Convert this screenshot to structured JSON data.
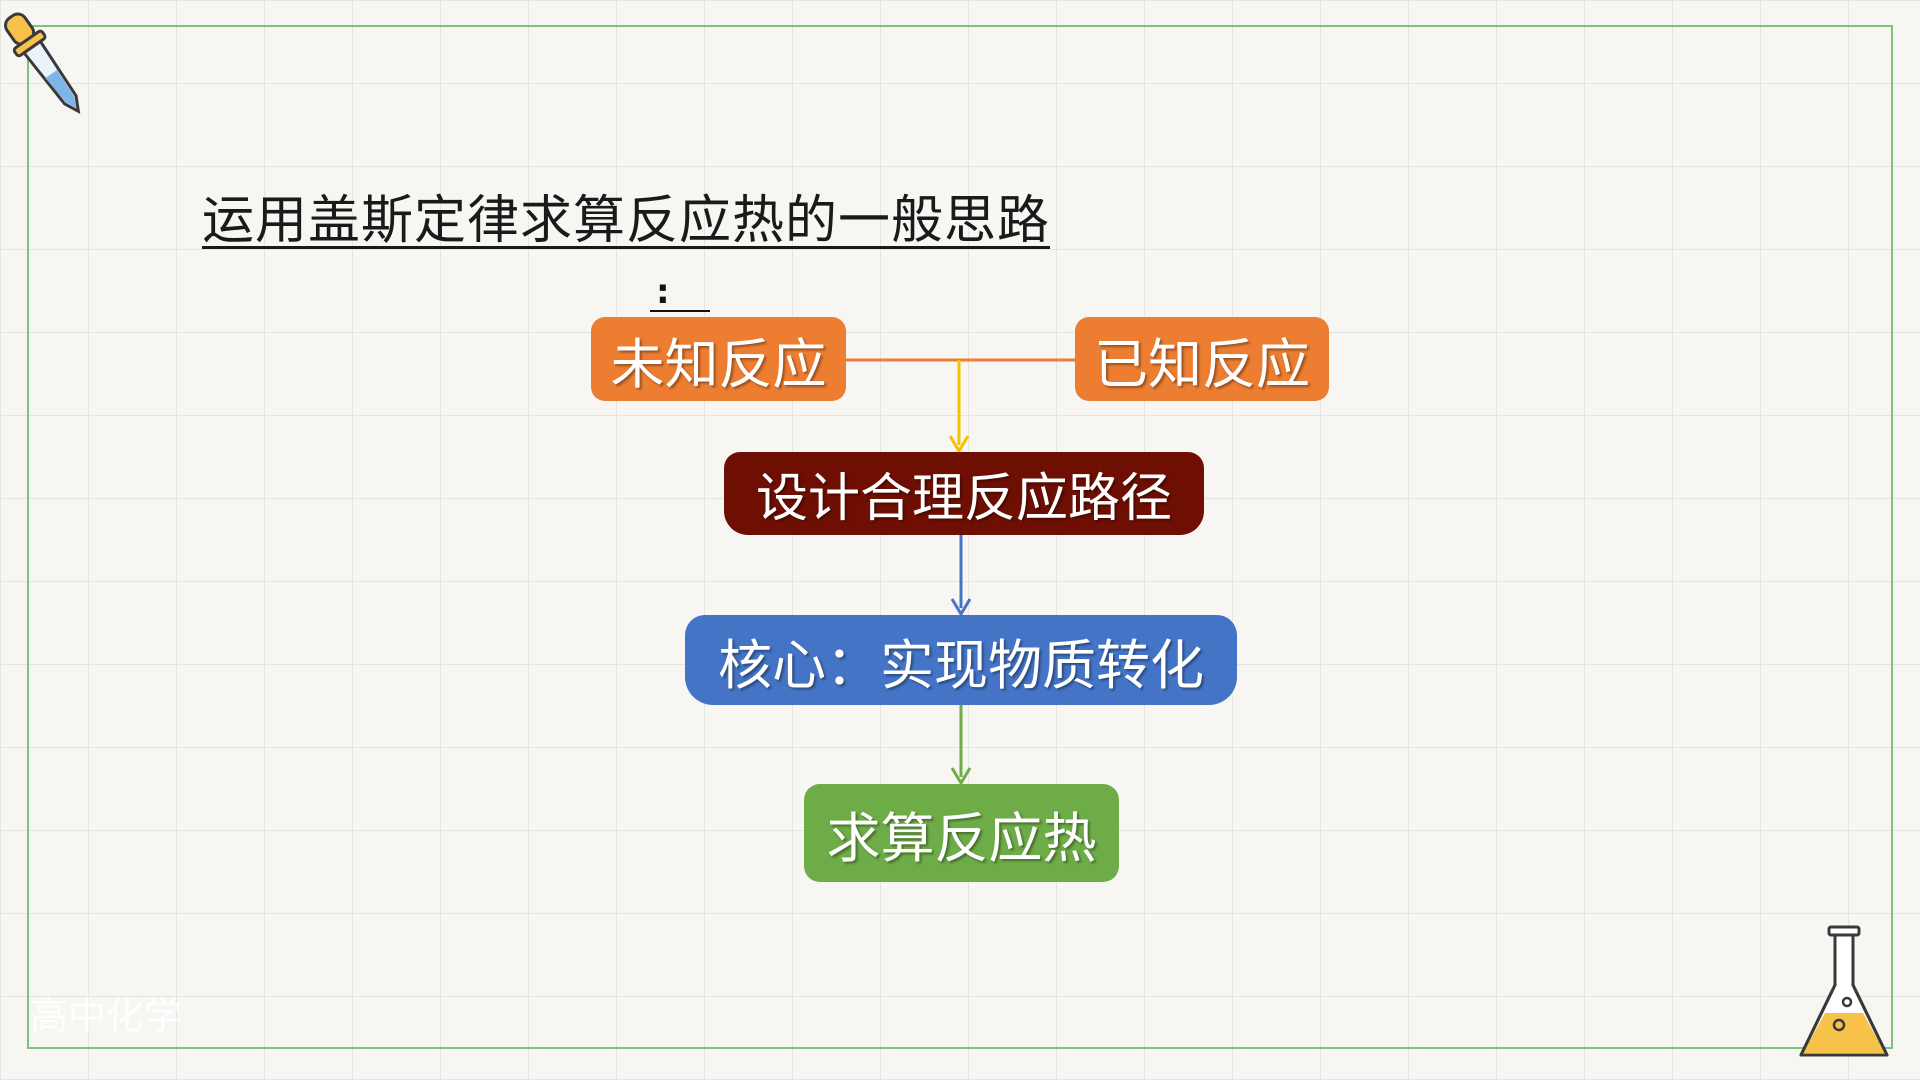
{
  "slide": {
    "title": "运用盖斯定律求算反应热的一般思路",
    "title_colon": ":",
    "watermark": "高中化学"
  },
  "diagram": {
    "nodes": {
      "unknown_reaction": "未知反应",
      "known_reaction": "已知反应",
      "design_path": "设计合理反应路径",
      "core": "核心：实现物质转化",
      "calculate_heat": "求算反应热"
    },
    "colors": {
      "orange": "#ec7d31",
      "dark_red": "#6f0f04",
      "blue": "#4474c6",
      "green": "#6dac46",
      "arrow_yellow": "#f7c100",
      "frame_green": "#7cc47c"
    },
    "icons": [
      "dropper-icon",
      "flask-icon"
    ]
  }
}
